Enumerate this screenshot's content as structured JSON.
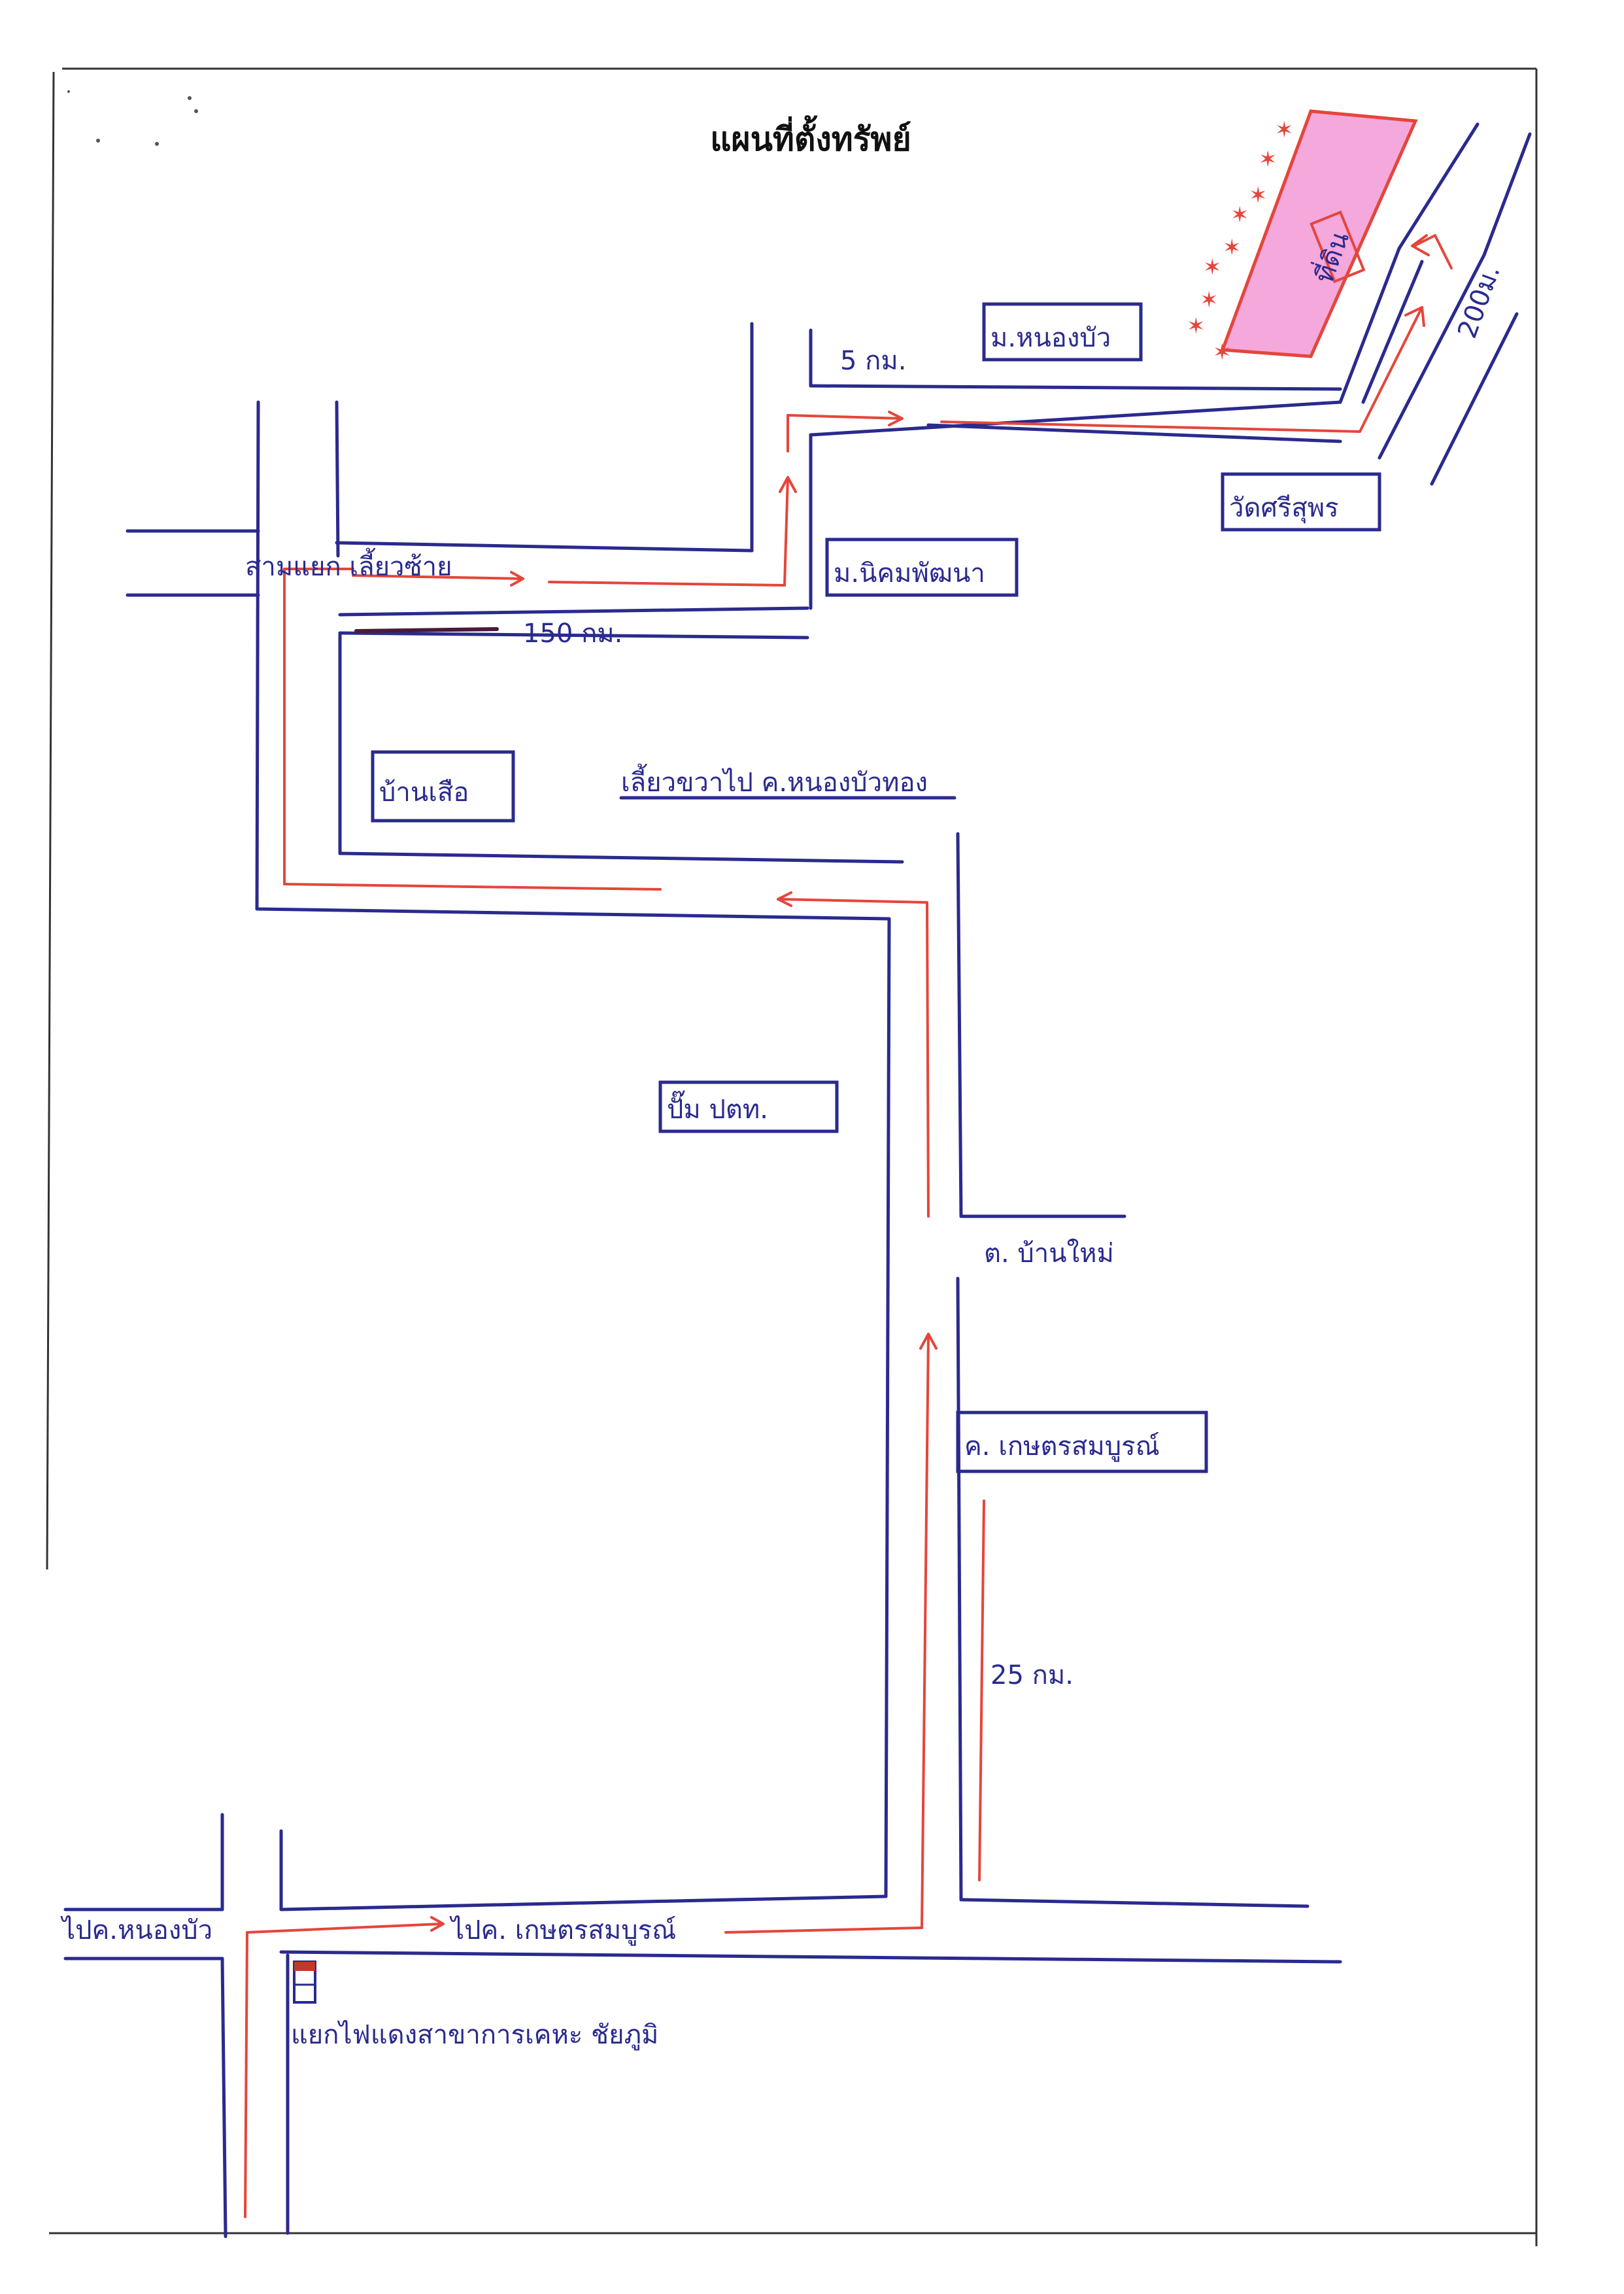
{
  "title": "แผนที่ตั้งทรัพย์",
  "labels": {
    "dist_5km": "5 กม.",
    "moo_nongbua": "ม.หนองบัว",
    "dist_200m": "200ม.",
    "site": "ที่ดิน",
    "wat_srisuphon": "วัดศรีสุพร",
    "samyaek_turn_left": "สามแยก เลี้ยวซ้าย",
    "moo_nakhonphatthana": "ม.นิคมพัฒนา",
    "dist_150km": "150 กม.",
    "ban_suea": "บ้านเสือ",
    "turn_right_nongbua": "เลี้ยวขวาไป ค.หนองบัวทอง",
    "pump_ptt": "ปั๊ม ปตท.",
    "tambon_banmai": "ต. บ้านใหม่",
    "kaset_sombun": "ค. เกษตรสมบูรณ์",
    "dist_25km": "25 กม.",
    "to_nongbo": "ไปค.หนองบัว",
    "to_kaset_sombun": "ไปค. เกษตรสมบูรณ์",
    "bus_stop": "แยกไฟแดงสาขาการเคหะ ชัยภูมิ"
  },
  "colors": {
    "road": "#2a2a8e",
    "route": "#e4463c",
    "site": "#f5a8dc"
  },
  "icons": {
    "site_marker": "star-icon",
    "bus_stop": "bus-stop-icon"
  }
}
